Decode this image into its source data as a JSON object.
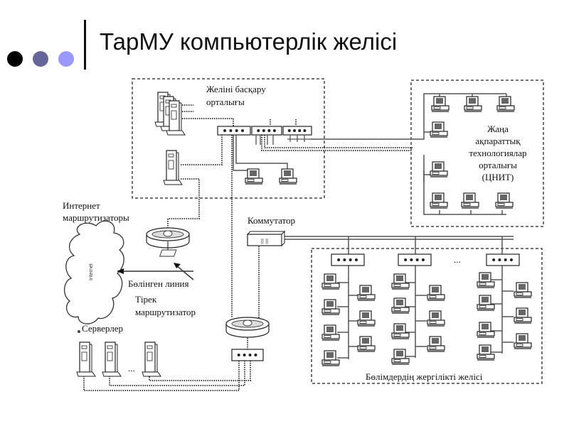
{
  "slide": {
    "title": "ТарМУ компьютерлік желісі",
    "bullet_colors": [
      "#000000",
      "#666699",
      "#9999ff"
    ]
  },
  "diagram": {
    "control_center": {
      "line1": "Желіні басқару",
      "line2": "орталығы"
    },
    "cnit": {
      "line1": "Жаңа",
      "line2": "ақпараттық",
      "line3": "технологиялар",
      "line4": "орталығы",
      "line5": "(ЦНИТ)"
    },
    "internet_router": {
      "line1": "Интернет",
      "line2": "маршрутизаторы"
    },
    "internet_cloud": "Internet",
    "dedicated_line": "Бөлінген линия",
    "backbone_router": {
      "line1": "Тірек",
      "line2": "маршрутизатор"
    },
    "servers": "Серверлер",
    "switch": "Коммутатор",
    "department_lan": "Бөлімдердің жергілікті желісі",
    "ellipsis": "..."
  }
}
